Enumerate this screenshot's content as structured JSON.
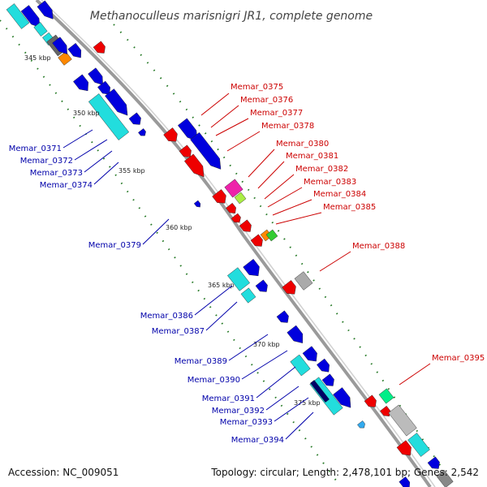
{
  "title": "Methanoculleus marisnigri JR1, complete genome",
  "footer": {
    "accession": "Accession: NC_009051",
    "summary": "Topology: circular; Length: 2,478,101 bp; Genes: 2,542"
  },
  "colors": {
    "forward_label": "#cc0000",
    "reverse_label": "#0000aa",
    "backbone": "#9a9a9a",
    "tick": "#227722"
  },
  "kbp_ticks": [
    "345 kbp",
    "350 kbp",
    "355 kbp",
    "360 kbp",
    "365 kbp",
    "370 kbp",
    "375 kbp"
  ],
  "forward_genes": [
    "Memar_0375",
    "Memar_0376",
    "Memar_0377",
    "Memar_0378",
    "Memar_0380",
    "Memar_0381",
    "Memar_0382",
    "Memar_0383",
    "Memar_0384",
    "Memar_0385",
    "Memar_0388",
    "Memar_0395"
  ],
  "reverse_genes": [
    "Memar_0371",
    "Memar_0372",
    "Memar_0373",
    "Memar_0374",
    "Memar_0379",
    "Memar_0386",
    "Memar_0387",
    "Memar_0389",
    "Memar_0390",
    "Memar_0391",
    "Memar_0392",
    "Memar_0393",
    "Memar_0394"
  ]
}
